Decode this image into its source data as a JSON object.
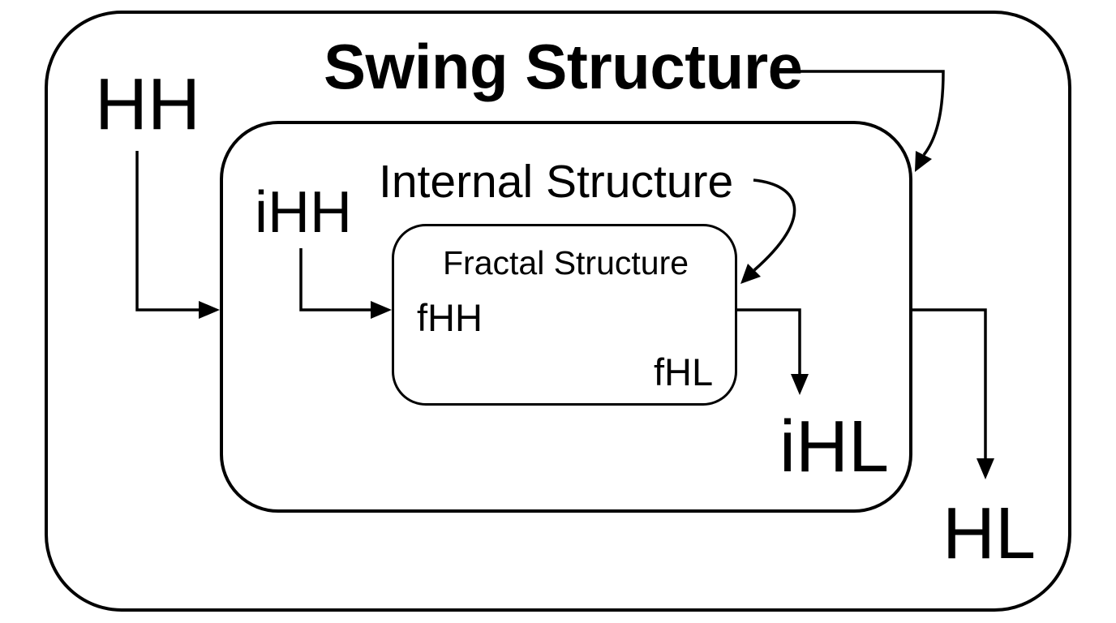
{
  "colors": {
    "background": "#ffffff",
    "stroke": "#000000",
    "text": "#000000"
  },
  "swing": {
    "title": "Swing Structure",
    "higher_high": "HH",
    "higher_low": "HL"
  },
  "internal": {
    "title": "Internal Structure",
    "higher_high": "iHH",
    "higher_low": "iHL"
  },
  "fractal": {
    "title": "Fractal Structure",
    "higher_high": "fHH",
    "higher_low": "fHL"
  }
}
